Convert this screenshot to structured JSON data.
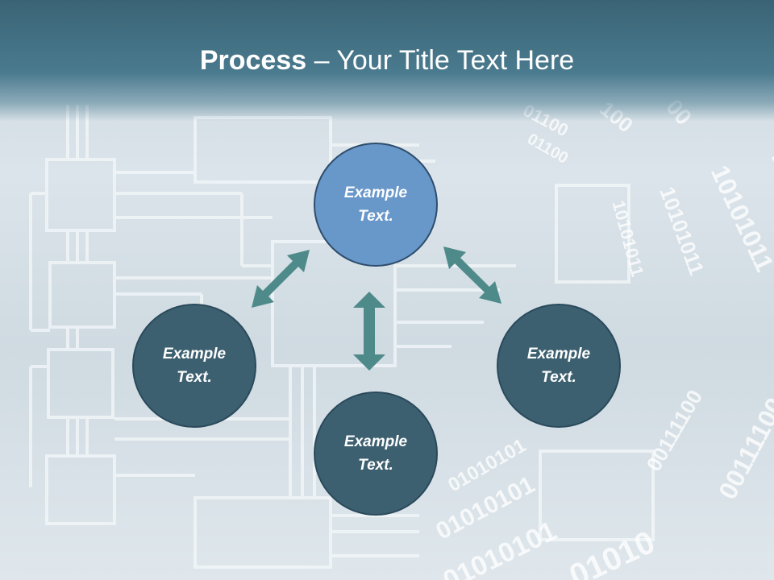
{
  "title": {
    "bold": "Process",
    "rest": " – Your Title Text Here"
  },
  "nodes": [
    {
      "id": "top",
      "line1": "Example",
      "line2": "Text."
    },
    {
      "id": "left",
      "line1": "Example",
      "line2": "Text."
    },
    {
      "id": "right",
      "line1": "Example",
      "line2": "Text."
    },
    {
      "id": "bottom",
      "line1": "Example",
      "line2": "Text."
    }
  ],
  "colors": {
    "header": "#3a6476",
    "node_dark": "#3d6070",
    "node_highlight": "#6897c9",
    "arrow": "#4e8a8a"
  },
  "background": {
    "binary_labels": [
      "01100",
      "100",
      "00",
      "10101011",
      "10101011",
      "10101011",
      "00111100",
      "00111100",
      "00111100",
      "01010101",
      "01010101",
      "01010"
    ]
  }
}
